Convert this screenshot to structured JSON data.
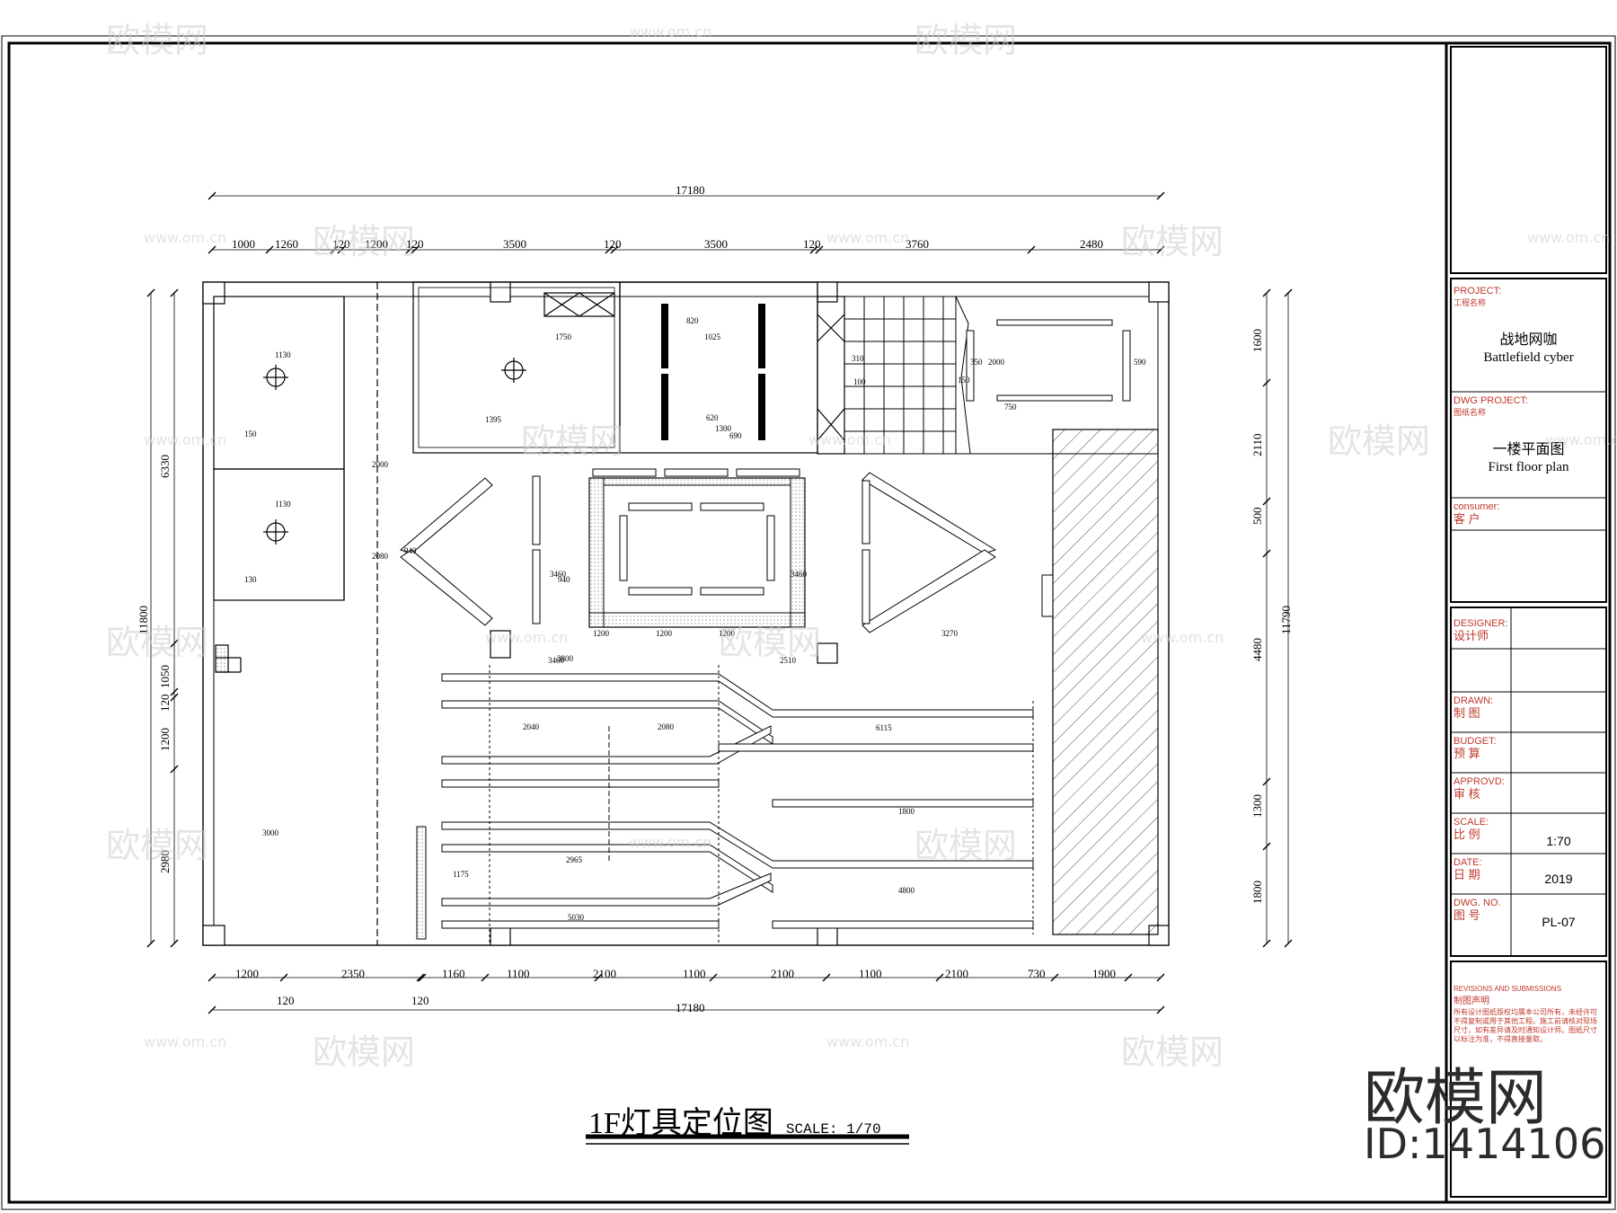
{
  "plan": {
    "top_dims": [
      "1000",
      "1260",
      "120",
      "1200",
      "120",
      "3500",
      "120",
      "3500",
      "120",
      "3760",
      "2480"
    ],
    "overall_dim": "17180",
    "bottom_dims": [
      "1200",
      "2350",
      "1160",
      "1100",
      "2100",
      "1100",
      "2100",
      "1100",
      "2100",
      "730",
      "1900"
    ],
    "bottom_small_dims": [
      "120",
      "120"
    ],
    "left_dims": [
      "6330",
      "1050",
      "120",
      "1200",
      "2980"
    ],
    "left_total": "11800",
    "right_dims": [
      "1600",
      "2110",
      "500",
      "4480",
      "1300",
      "1800"
    ],
    "right_total": "11790",
    "interior_dims": [
      "1130",
      "1130",
      "150",
      "130",
      "1750",
      "1395",
      "2000",
      "2080",
      "3460",
      "3460",
      "3460",
      "2510",
      "940",
      "940",
      "1200",
      "1200",
      "1200",
      "3270",
      "3800",
      "2040",
      "2080",
      "6115",
      "1800",
      "2965",
      "1175",
      "5030",
      "4800",
      "3000",
      "820",
      "1025",
      "620",
      "1300",
      "690",
      "2000",
      "750",
      "310",
      "100",
      "350",
      "150",
      "590"
    ],
    "caption_title": "1F灯具定位图",
    "caption_scale": "SCALE: 1/70"
  },
  "title_block": {
    "project_label_en": "PROJECT:",
    "project_label_cn": "工程名称",
    "project_name_cn": "战地网咖",
    "project_name_en": "Battlefield cyber",
    "dwg_project_label_en": "DWG PROJECT:",
    "dwg_project_label_cn": "图纸名称",
    "drawing_name_cn": "一楼平面图",
    "drawing_name_en": "First floor plan",
    "consumer_label_en": "consumer:",
    "consumer_label_cn": "客 户",
    "designer_label_en": "DESIGNER:",
    "designer_label_cn": "设计师",
    "drawn_label_en": "DRAWN:",
    "drawn_label_cn": "制 图",
    "budget_label_en": "BUDGET:",
    "budget_label_cn": "预 算",
    "approved_label_en": "APPROVD:",
    "approved_label_cn": "审 核",
    "scale_label_en": "SCALE:",
    "scale_label_cn": "比 例",
    "scale_value": "1:70",
    "date_label_en": "DATE:",
    "date_label_cn": "日 期",
    "date_value": "2019",
    "dwg_no_label_en": "DWG. NO.",
    "dwg_no_label_cn": "图 号",
    "dwg_no_value": "PL-07",
    "revisions_label": "REVISIONS AND SUBMISSIONS",
    "notes_label": "制图声明",
    "notes_text": "所有设计图纸版权均属本公司所有，未经许可不得复制或用于其他工程。施工前请核对现场尺寸，如有差异请及时通知设计师。图纸尺寸以标注为准，不得直接量取。"
  },
  "watermark": {
    "brand": "欧模网",
    "site": "www.om.cn",
    "id_text": "ID:1414106"
  },
  "colors": {
    "line": "#000000",
    "title_block_label": "#c0392b",
    "watermark": "#cfcfcf"
  }
}
